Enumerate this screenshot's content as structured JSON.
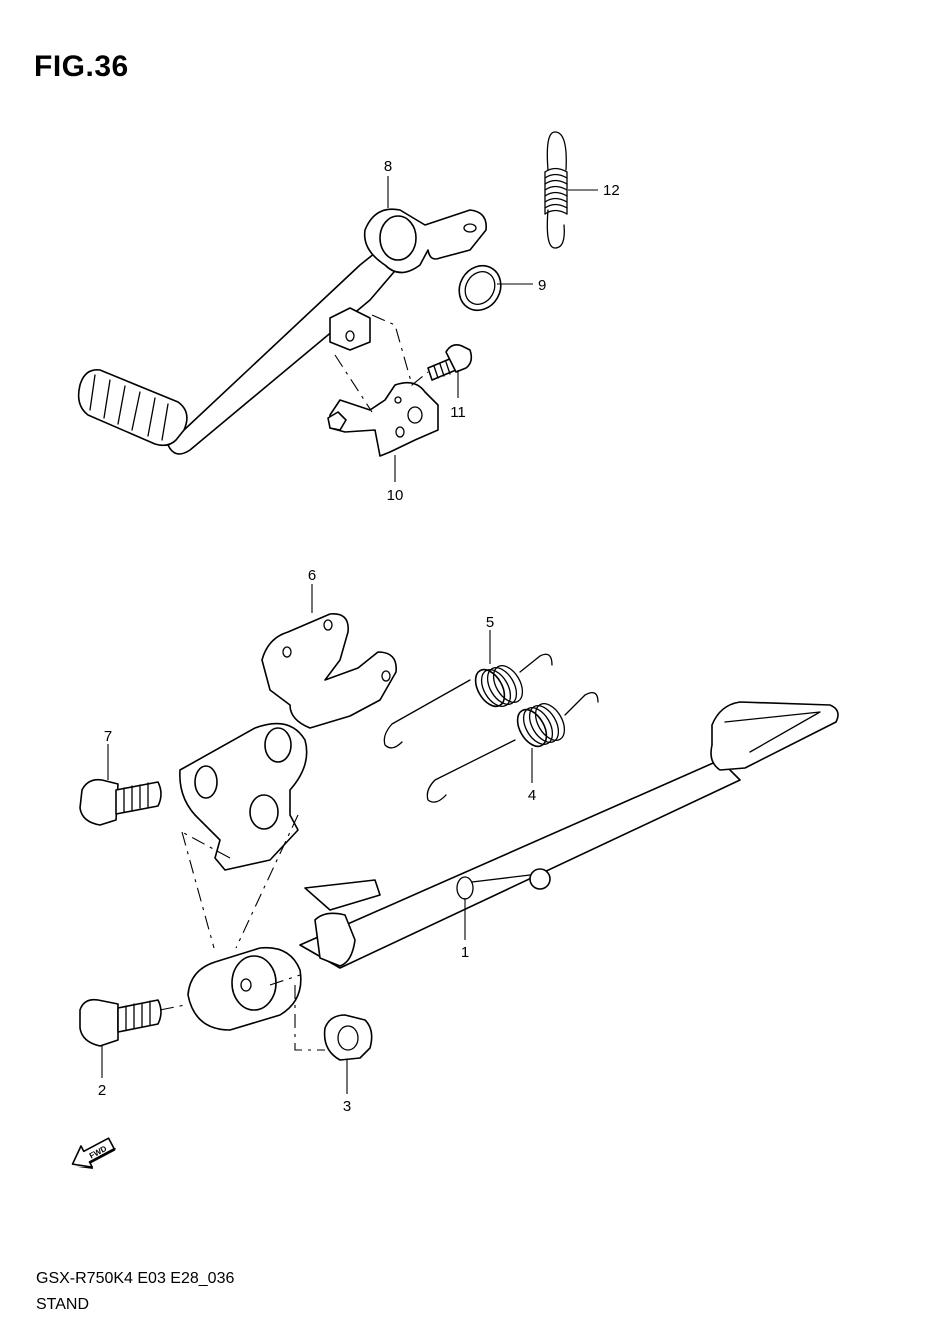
{
  "figure": {
    "title": "FIG.36",
    "model_code": "GSX-R750K4 E03 E28_036",
    "section_name": "STAND"
  },
  "callouts": [
    {
      "id": "1",
      "label": "1"
    },
    {
      "id": "2",
      "label": "2"
    },
    {
      "id": "3",
      "label": "3"
    },
    {
      "id": "4",
      "label": "4"
    },
    {
      "id": "5",
      "label": "5"
    },
    {
      "id": "6",
      "label": "6"
    },
    {
      "id": "7",
      "label": "7"
    },
    {
      "id": "8",
      "label": "8"
    },
    {
      "id": "9",
      "label": "9"
    },
    {
      "id": "10",
      "label": "10"
    },
    {
      "id": "11",
      "label": "11"
    },
    {
      "id": "12",
      "label": "12"
    }
  ],
  "icons": {
    "direction_arrow": {
      "name": "fwd-arrow-icon",
      "label": "FWD"
    }
  },
  "colors": {
    "line": "#000000",
    "background": "#ffffff"
  }
}
